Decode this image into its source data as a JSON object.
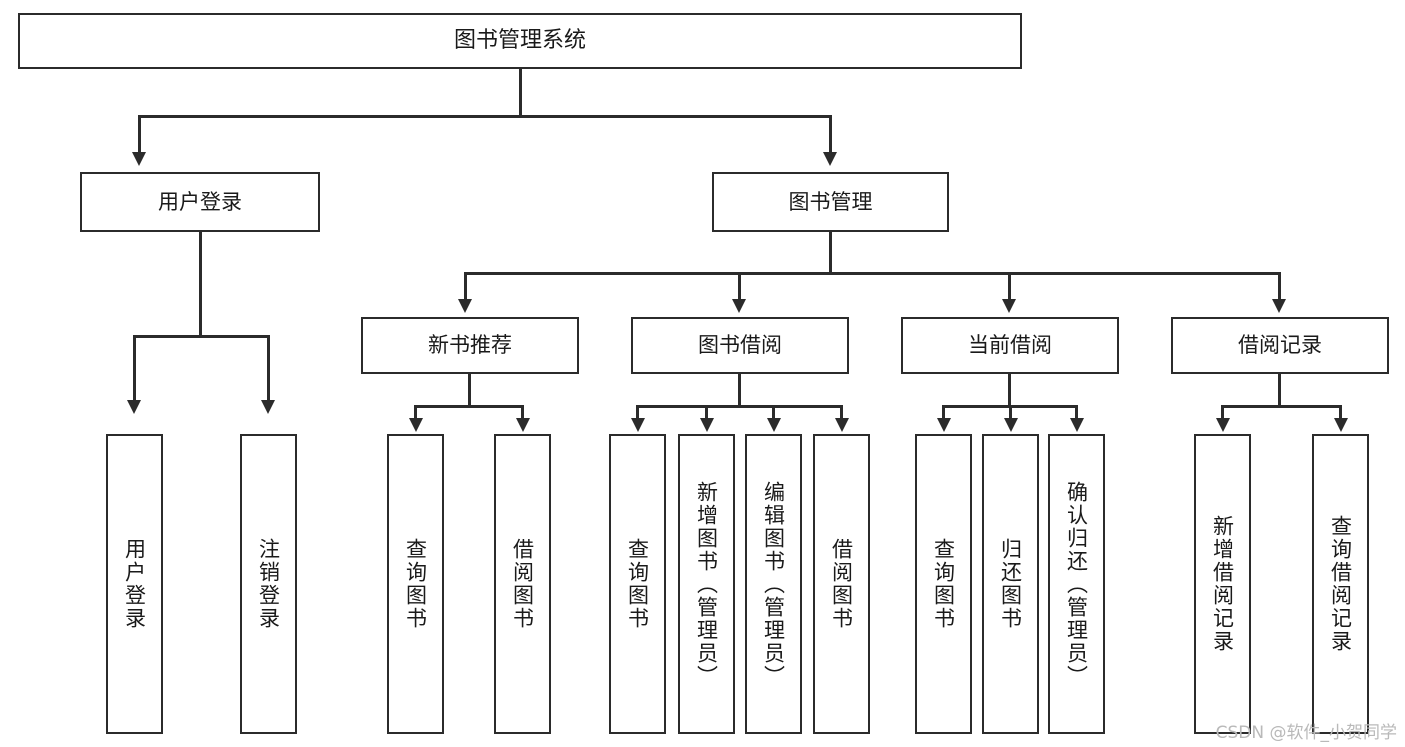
{
  "diagram": {
    "title": "图书管理系统",
    "type": "tree-hierarchy-chart",
    "watermark": "CSDN @软件_小贺同学",
    "colors": {
      "stroke": "#2b2b2b",
      "fill": "#ffffff",
      "text": "#1a1a1a",
      "watermark": "#b9b9b9"
    },
    "nodes": {
      "root": "图书管理系统",
      "level2": {
        "user_login": "用户登录",
        "book_manage": "图书管理"
      },
      "level3": {
        "new_book_recommend": "新书推荐",
        "book_borrow": "图书借阅",
        "current_borrow": "当前借阅",
        "borrow_record": "借阅记录"
      },
      "leaves": {
        "user_login": [
          "用户登录",
          "注销登录"
        ],
        "new_book_recommend": [
          "查询图书",
          "借阅图书"
        ],
        "book_borrow": [
          "查询图书",
          "新增图书（管理员）",
          "编辑图书（管理员）",
          "借阅图书"
        ],
        "current_borrow": [
          "查询图书",
          "归还图书",
          "确认归还（管理员）"
        ],
        "borrow_record": [
          "新增借阅记录",
          "查询借阅记录"
        ]
      }
    }
  }
}
